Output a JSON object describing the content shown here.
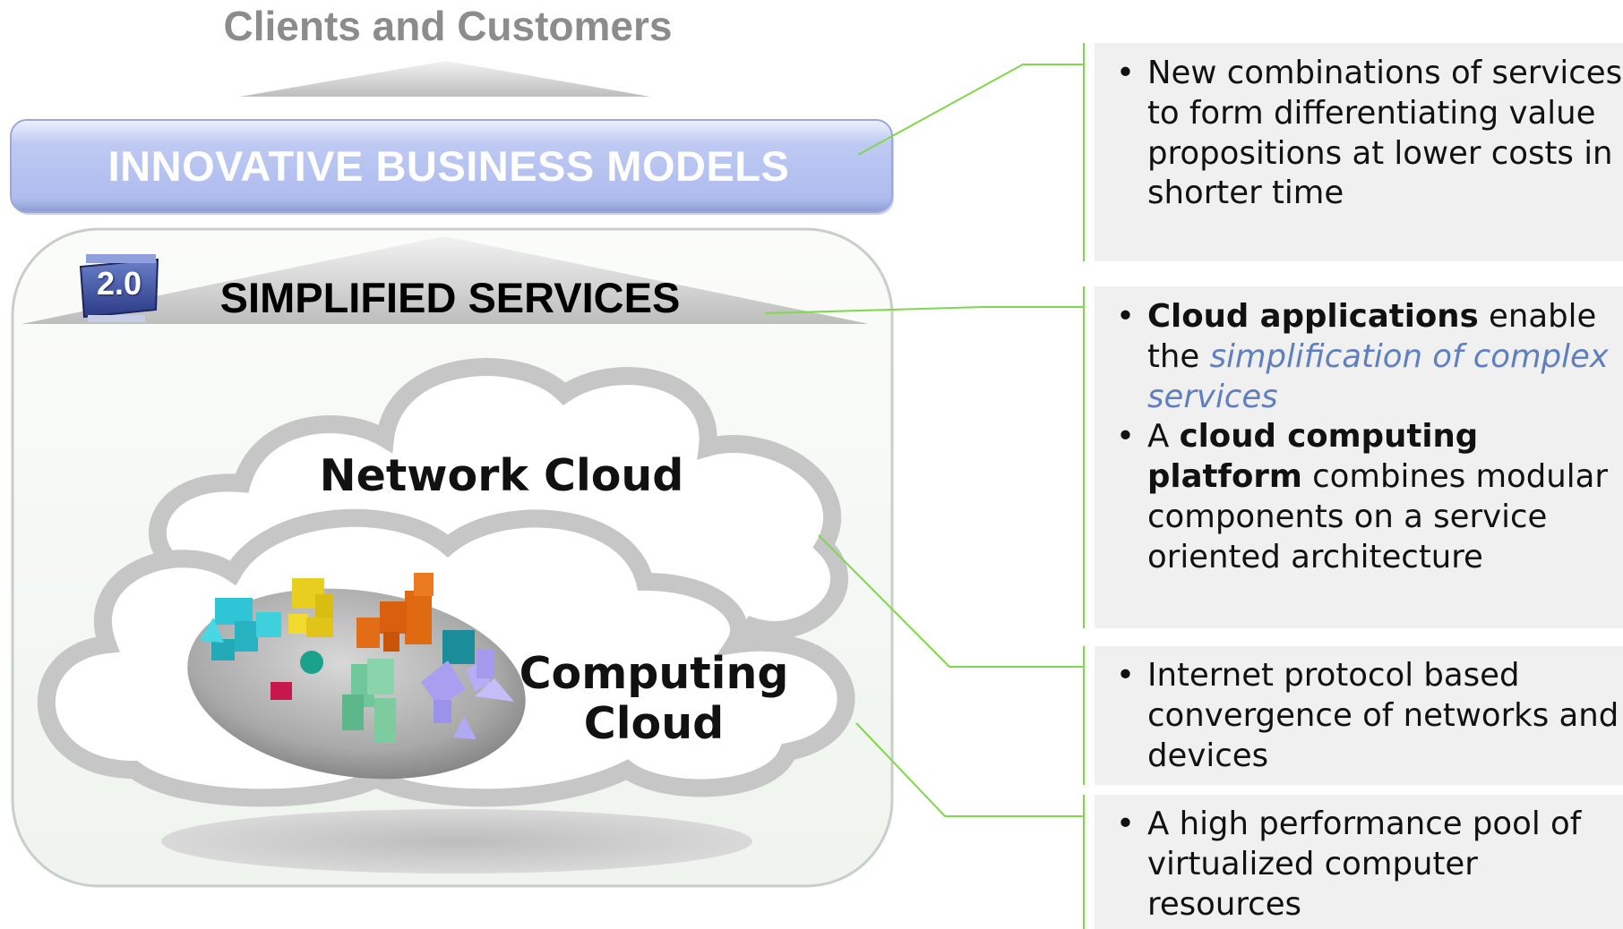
{
  "header": {
    "title": "Clients and Customers"
  },
  "layers": {
    "innovative_business_models": "INNOVATIVE BUSINESS MODELS",
    "simplified_services": "SIMPLIFIED SERVICES",
    "badge": "2.0"
  },
  "clouds": {
    "network": "Network Cloud",
    "computing_line1": "Computing",
    "computing_line2": "Cloud"
  },
  "descriptions": {
    "business_models": "New combinations of services to form differentiating value propositions at lower costs in shorter time",
    "cloud_apps": {
      "bold": "Cloud applications",
      "text": "enable the",
      "highlight": "simplification of complex services"
    },
    "cloud_platform": {
      "prefix": "A",
      "bold": "cloud computing platform",
      "text": "combines modular components on a service oriented architecture"
    },
    "network_cloud": "Internet protocol based convergence of networks and devices",
    "computing_cloud": "A high performance pool of virtualized computer resources"
  },
  "colors": {
    "connector": "#7fd84a",
    "ibm_banner": "#bcc8f2",
    "panel_bg": "#f0f0f0",
    "highlight": "#5f7fbf",
    "header_text": "#8c8c8c"
  }
}
